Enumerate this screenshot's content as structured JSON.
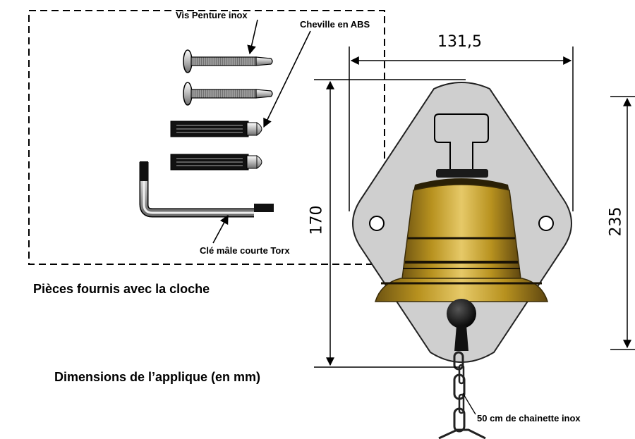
{
  "labels": {
    "screw": "Vis Penture inox",
    "dowel": "Cheville en ABS",
    "key": "Clé mâle courte Torx",
    "parts_caption": "Pièces fournis avec la cloche",
    "dims_caption": "Dimensions de l’applique (en mm)",
    "chain": "50 cm de chainette inox"
  },
  "dimensions": {
    "width": "131,5",
    "height_plate": "170",
    "height_total": "235"
  },
  "colors": {
    "plate": "#cfcfcf",
    "bronze": "#c9a227",
    "bronze_dark": "#6b5210",
    "dark": "#1a1a1a"
  }
}
